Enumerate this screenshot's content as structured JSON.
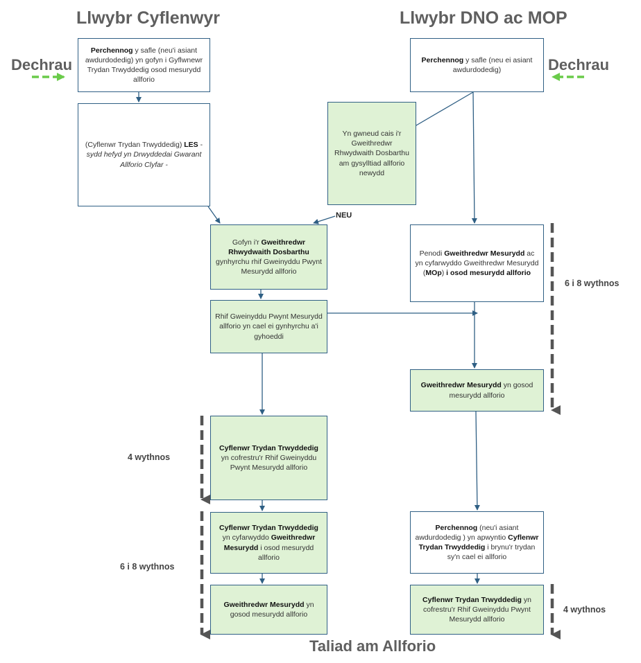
{
  "titles": {
    "left": "Llwybr Cyflenwyr",
    "right": "Llwybr DNO ac MOP",
    "bottom": "Taliad am Allforio"
  },
  "start_label_left": "Dechrau",
  "start_label_right": "Dechrau",
  "neu_label": "NEU",
  "durations": {
    "left_upper": "4 wythnos",
    "left_lower": "6 i 8 wythnos",
    "right_upper": "6 i 8 wythnos",
    "right_lower": "4 wythnos"
  },
  "boxes": {
    "L1": [
      {
        "t": "Perchennog",
        "b": true
      },
      {
        "t": " y safle (neu'i asiant awdurdodedig) yn gofyn i Gyflwnewr Trydan Trwyddedig osod mesurydd allforio"
      }
    ],
    "L2": [
      {
        "t": "(Cyflenwr Trydan Trwyddedig) "
      },
      {
        "t": "LES",
        "b": true
      },
      {
        "t": " - "
      },
      {
        "t": "sydd hefyd yn Drwyddedai Gwarant Allforio Clyfar -",
        "i": true
      }
    ],
    "M1": [
      {
        "t": "Yn gwneud cais i'r Gweithredwr Rhwydwaith Dosbarthu am gysylltiad allforio newydd"
      }
    ],
    "R1": [
      {
        "t": "Perchennog",
        "b": true
      },
      {
        "t": " y safle (neu ei asiant awdurdodedig)"
      }
    ],
    "L3": [
      {
        "t": "Gofyn i'r "
      },
      {
        "t": "Gweithredwr Rhwydwaith Dosbarthu",
        "b": true
      },
      {
        "t": " gynhyrchu rhif Gweinyddu Pwynt Mesurydd allforio"
      }
    ],
    "R2": [
      {
        "t": "Penodi "
      },
      {
        "t": "Gweithredwr Mesurydd",
        "b": true
      },
      {
        "t": " ac yn cyfarwyddo Gweithredwr Mesurydd ("
      },
      {
        "t": "MOp",
        "b": true
      },
      {
        "t": ") "
      },
      {
        "t": "i osod mesurydd allforio",
        "b": true
      }
    ],
    "L4": [
      {
        "t": "Rhif Gweinyddu Pwynt Mesurydd allforio yn cael ei gynhyrchu a'i gyhoeddi"
      }
    ],
    "R3": [
      {
        "t": "Gweithredwr Mesurydd",
        "b": true
      },
      {
        "t": " yn gosod mesurydd allforio"
      }
    ],
    "L5": [
      {
        "t": "Cyflenwr Trydan Trwyddedig",
        "b": true
      },
      {
        "t": " yn cofrestru'r Rhif Gweinyddu Pwynt Mesurydd allforio"
      }
    ],
    "L6": [
      {
        "t": "Cyflenwr Trydan Trwyddedig",
        "b": true
      },
      {
        "t": " yn cyfarwyddo "
      },
      {
        "t": "Gweithredwr Mesurydd",
        "b": true
      },
      {
        "t": " i osod mesurydd allforio"
      }
    ],
    "R4": [
      {
        "t": "Perchennog",
        "b": true
      },
      {
        "t": " (neu'i asiant awdurdodedig ) yn apwyntio "
      },
      {
        "t": "Cyflenwr Trydan Trwyddedig",
        "b": true
      },
      {
        "t": " i brynu'r trydan sy'n cael ei allforio"
      }
    ],
    "L7": [
      {
        "t": "Gweithredwr Mesurydd",
        "b": true
      },
      {
        "t": " yn gosod mesurydd allforio"
      }
    ],
    "R5": [
      {
        "t": "Cyflenwr Trydan Trwyddedig",
        "b": true
      },
      {
        "t": " yn cofrestru'r Rhif Gweinyddu Pwynt Mesurydd allforio"
      }
    ]
  },
  "colors": {
    "box_border": "#2f5f84",
    "box_fill_green": "#dff2d5",
    "connector": "#2f5f84",
    "start_arrow": "#6acb4a",
    "duration_arrow": "#555555",
    "title": "#5f5f5f"
  }
}
